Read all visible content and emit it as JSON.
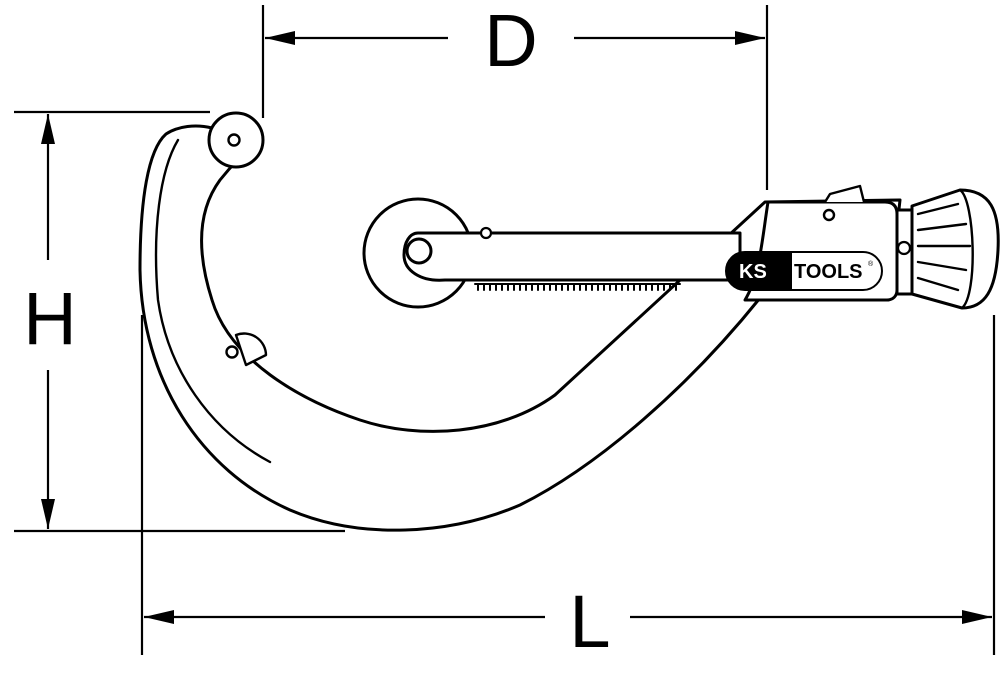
{
  "dimensions": {
    "D": "D",
    "H": "H",
    "L": "L"
  },
  "logo": {
    "brand_left": "KS",
    "brand_right": "TOOLS",
    "registered": "®",
    "colors": {
      "badge": "#000000",
      "text_on_badge": "#ffffff",
      "text": "#000000"
    }
  },
  "colors": {
    "line": "#000000",
    "fill": "#ffffff"
  }
}
